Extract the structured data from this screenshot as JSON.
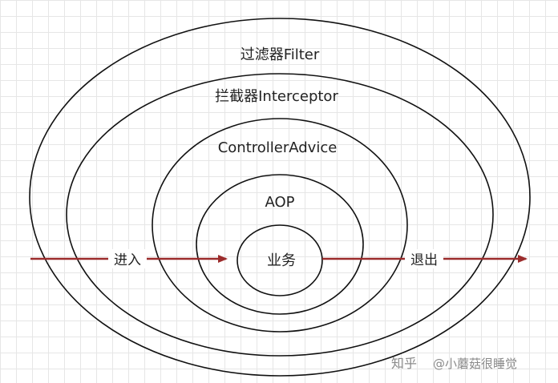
{
  "diagram": {
    "layers": [
      {
        "label": "过滤器Filter"
      },
      {
        "label": "拦截器Interceptor"
      },
      {
        "label": "ControllerAdvice"
      },
      {
        "label": "AOP"
      },
      {
        "label": "业务"
      }
    ],
    "enter_label": "进入",
    "exit_label": "退出",
    "arrow_color": "#9b2c2c",
    "line_color": "#111111"
  },
  "watermark": {
    "brand": "知乎",
    "author": "@小蘑菇很睡觉"
  }
}
